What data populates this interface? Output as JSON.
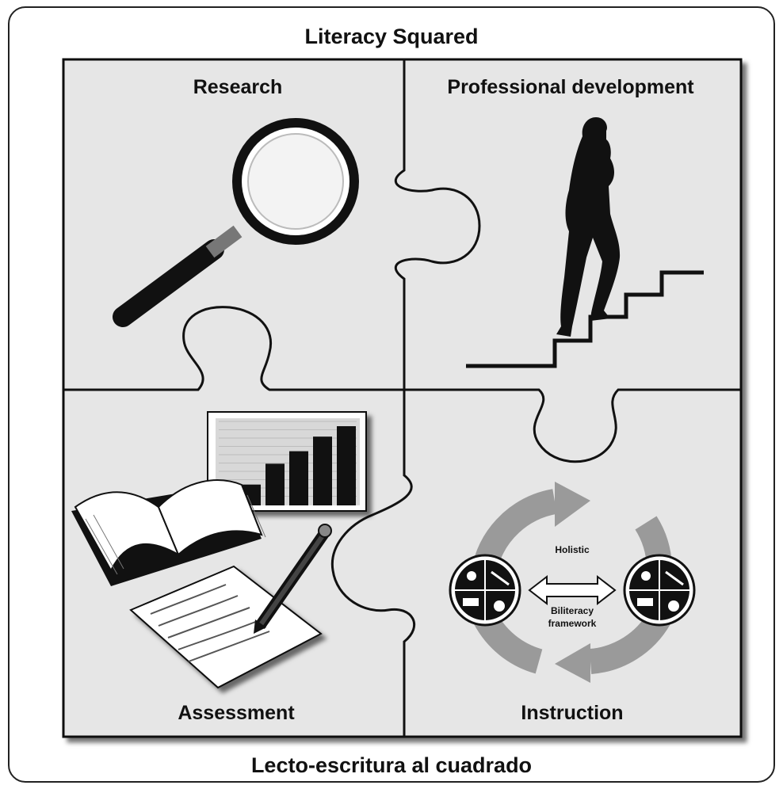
{
  "title": "Literacy Squared",
  "subtitle": "Lecto-escritura al cuadrado",
  "pieces": [
    {
      "label": "Research",
      "icon": "magnifying-glass-icon"
    },
    {
      "label": "Professional development",
      "icon": "woman-climbing-stairs-icon"
    },
    {
      "label": "Assessment",
      "icon": "book-chart-pencil-icon"
    },
    {
      "label": "Instruction",
      "icon": "cycle-arrows-icon"
    }
  ],
  "instruction_cycle": {
    "top_label": "Holistic",
    "bottom_label_1": "Biliteracy",
    "bottom_label_2": "framework"
  },
  "assessment_chart": {
    "bar_values": [
      1,
      2,
      2.6,
      3.3,
      3.8
    ]
  },
  "colors": {
    "piece_fill": "#e6e6e6",
    "outline": "#111111",
    "cycle_arrows": "#9a9a9a"
  }
}
